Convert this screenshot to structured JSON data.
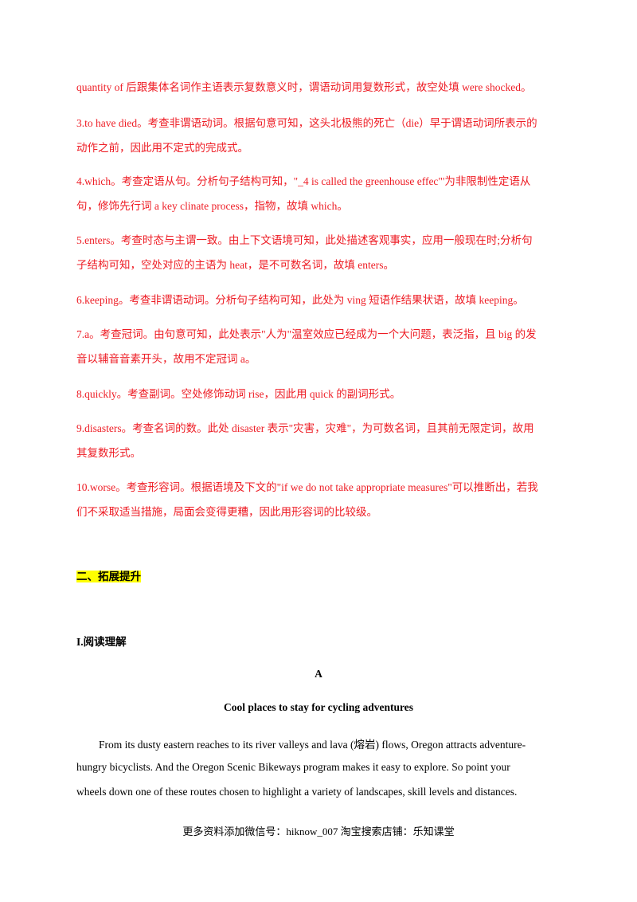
{
  "answers": [
    {
      "lines": [
        "quantity of 后跟集体名词作主语表示复数意义时，谓语动词用复数形式，故空处填  were shocked。"
      ]
    },
    {
      "lines": [
        "3.to have died。考查非谓语动词。根据句意可知，这头北极熊的死亡（die）早于谓语动词所表示的",
        "动作之前，因此用不定式的完成式。"
      ]
    },
    {
      "lines": [
        "4.which。考查定语从句。分析句子结构可知，\"_4 is called the greenhouse effec\"'为非限制性定语从",
        "句，修饰先行词 a key clinate process，指物，故填  which。"
      ]
    },
    {
      "lines": [
        "5.enters。考查时态与主谓一致。由上下文语境可知，此处描述客观事实，应用一般现在时;分析句",
        "子结构可知，空处对应的主语为 heat，是不可数名词，故填 enters。"
      ]
    },
    {
      "lines": [
        "6.keeping。考查非谓语动词。分析句子结构可知，此处为 ving 短语作结果状语，故填 keeping。"
      ]
    },
    {
      "lines": [
        "7.a。考查冠词。由句意可知，此处表示\"人为\"温室效应已经成为一个大问题，表泛指，且  big 的发",
        "音以辅音音素开头，故用不定冠词 a。"
      ]
    },
    {
      "lines": [
        "8.quickly。考查副词。空处修饰动词  rise，因此用 quick 的副词形式。"
      ]
    },
    {
      "lines": [
        "9.disasters。考查名词的数。此处  disaster 表示\"灾害，灾难\"，为可数名词，且其前无限定词，故用",
        "其复数形式。"
      ]
    },
    {
      "lines": [
        "10.worse。考查形容词。根据语境及下文的\"if we do not take appropriate measures\"可以推断出，若我",
        "们不采取适当措施，局面会变得更糟，因此用形容词的比较级。"
      ]
    }
  ],
  "section_title": "二、拓展提升",
  "subsection_title": "I.阅读理解",
  "passage_label": "A",
  "passage_title": "Cool places to stay for cycling adventures",
  "passage_lines": [
    "From its dusty eastern reaches to its river valleys and lava (熔岩) flows, Oregon attracts adventure-",
    "hungry bicyclists. And the Oregon Scenic Bikeways program makes it easy to explore. So point your",
    "wheels down one of these routes chosen to highlight a variety of landscapes, skill levels and distances."
  ],
  "footer": "更多资料添加微信号：hiknow_007   淘宝搜索店铺：乐知课堂"
}
